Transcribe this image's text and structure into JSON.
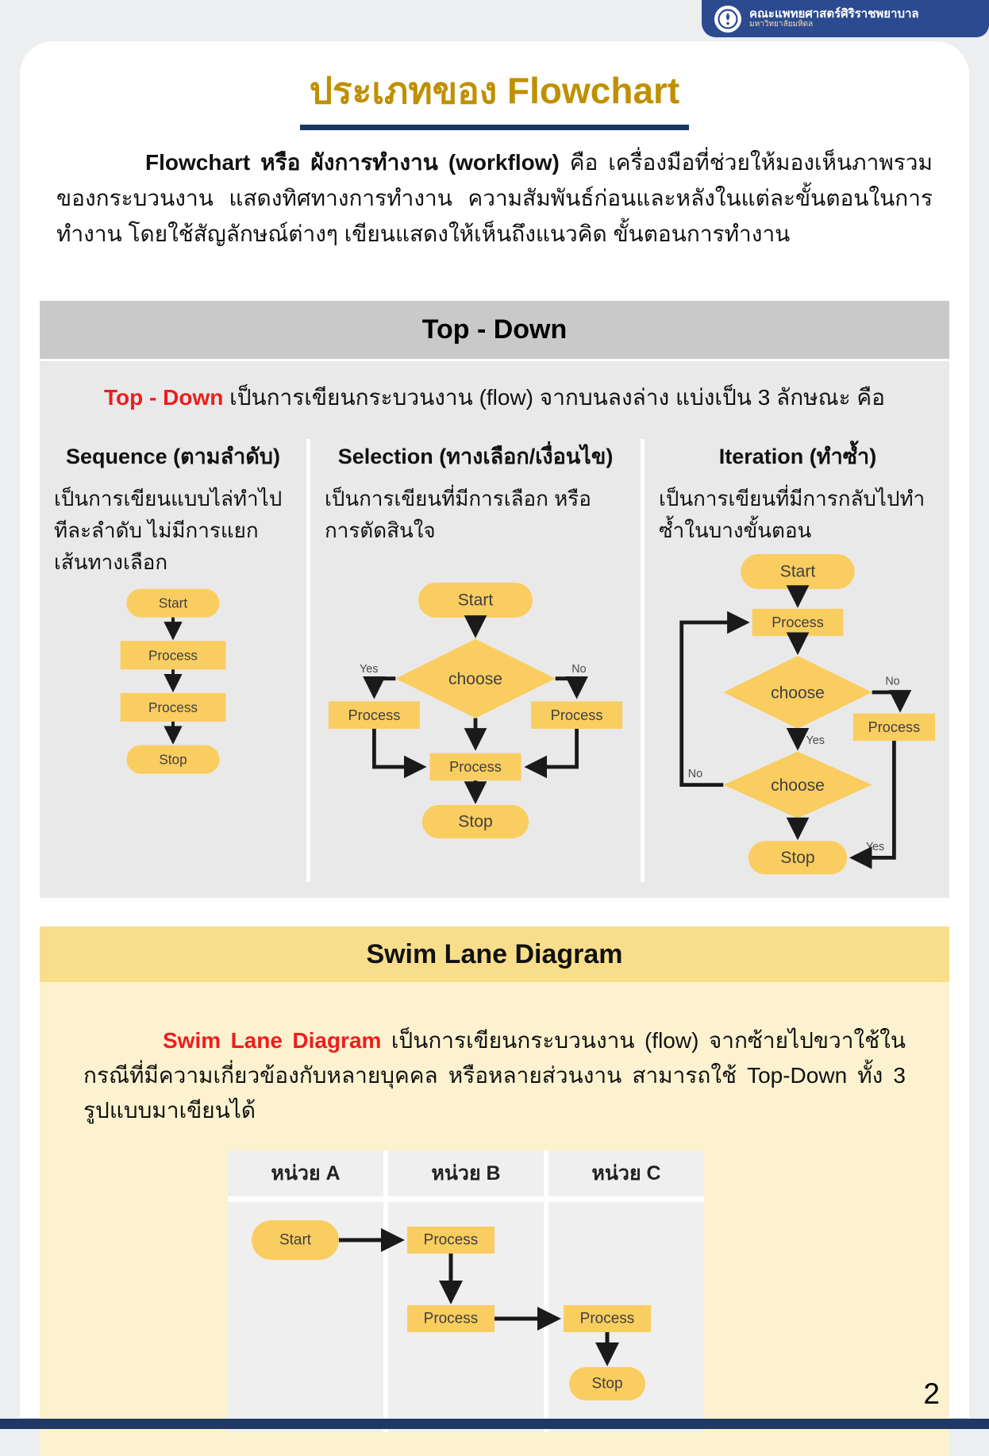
{
  "badge": {
    "line1": "คณะแพทยศาสตร์ศิริราชพยาบาล",
    "line2": "มหาวิทยาลัยมหิดล"
  },
  "title": "ประเภทของ Flowchart",
  "intro": {
    "lead": "Flowchart หรือ ผังการทำงาน (workflow)",
    "rest": "  คือ เครื่องมือที่ช่วยให้มองเห็นภาพรวมของกระบวนงาน แสดงทิศทางการทำงาน ความสัมพันธ์ก่อนและหลังในแต่ละขั้นตอนในการทำงาน โดยใช้สัญลักษณ์ต่างๆ เขียนแสดงให้เห็นถึงแนวคิด ขั้นตอนการทำงาน"
  },
  "top_down": {
    "title": "Top - Down",
    "intro_red": "Top - Down",
    "intro_rest": " เป็นการเขียนกระบวนงาน (flow) จากบนลงล่าง แบ่งเป็น 3 ลักษณะ คือ",
    "columns": [
      {
        "header": "Sequence (ตามลำดับ)",
        "body": "เป็นการเขียนแบบไล่ทำไปทีละลำดับ ไม่มีการแยกเส้นทางเลือก"
      },
      {
        "header": "Selection (ทางเลือก/เงื่อนไข)",
        "body": "เป็นการเขียนที่มีการเลือก หรือการตัดสินใจ"
      },
      {
        "header": "Iteration (ทำซ้ำ)",
        "body": "เป็นการเขียนที่มีการกลับไปทำซ้ำในบางขั้นตอน"
      }
    ]
  },
  "flow_labels": {
    "start": "Start",
    "process": "Process",
    "stop": "Stop",
    "choose": "choose",
    "yes": "Yes",
    "no": "No"
  },
  "swim_lane": {
    "title": "Swim Lane Diagram",
    "intro_red": "Swim Lane Diagram",
    "intro_rest": " เป็นการเขียนกระบวนงาน (flow) จากซ้ายไปขวาใช้ในกรณีที่มีความเกี่ยวข้องกับหลายบุคคล หรือหลายส่วนงาน สามารถใช้ Top-Down ทั้ง 3 รูปแบบมาเขียนได้",
    "lanes": [
      "หน่วย A",
      "หน่วย B",
      "หน่วย C"
    ]
  },
  "page_number": "2",
  "colors": {
    "title_gold": "#BF9000",
    "underline_navy": "#17375E",
    "badge_navy": "#2C4A90",
    "accent_red": "#EE1D1D",
    "shape_yellow": "#FACD60",
    "section_header_gray": "#C9C9C9",
    "section_body_gray": "#E9E9E9",
    "swim_header_yellow": "#F8DE8B",
    "swim_body_cream": "#FCF2CF",
    "lane_gray": "#EFEFEF",
    "footer_navy": "#1F3864"
  }
}
